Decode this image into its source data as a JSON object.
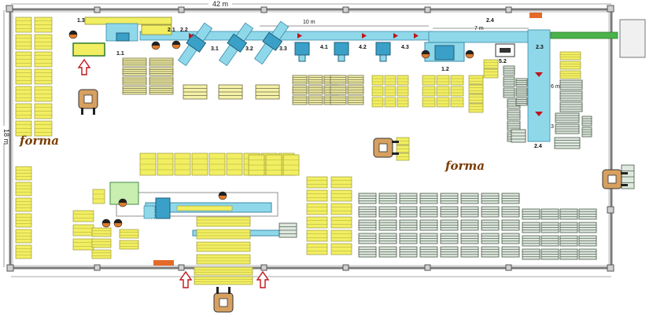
{
  "dimensions": {
    "length_top": "42 m",
    "width_left": "18 m",
    "conveyor_main": "10 m",
    "conveyor_right": "7 m",
    "vertical_a": "6 m",
    "vertical_b": "3 m"
  },
  "brand": {
    "left": "forma",
    "center": "forma"
  },
  "stations": {
    "s1_3": "1.3",
    "s1_1": "1.1",
    "s2_1": "2.1",
    "s2_2": "2.2",
    "s3_1": "3.1",
    "s3_2": "3.2",
    "s3_3": "3.3",
    "s2_4_top": "2.4",
    "s4_1": "4.1",
    "s4_2": "4.2",
    "s4_3": "4.3",
    "s1_2": "1.2",
    "s5_2": "5.2",
    "s2_3": "2.3",
    "s2_4_bottom": "2.4"
  },
  "colors": {
    "wall": "#7a7a7a",
    "conveyor": "#8fd8ea",
    "timber": "#f2ee62",
    "machine": "#3aa0c8",
    "pallet_dark": "#6b6b45",
    "pallet_grey": "#8c9c8c",
    "green_belt": "#4ab34a",
    "forklift": "#d7a060",
    "arrow_red": "#c0141a"
  }
}
